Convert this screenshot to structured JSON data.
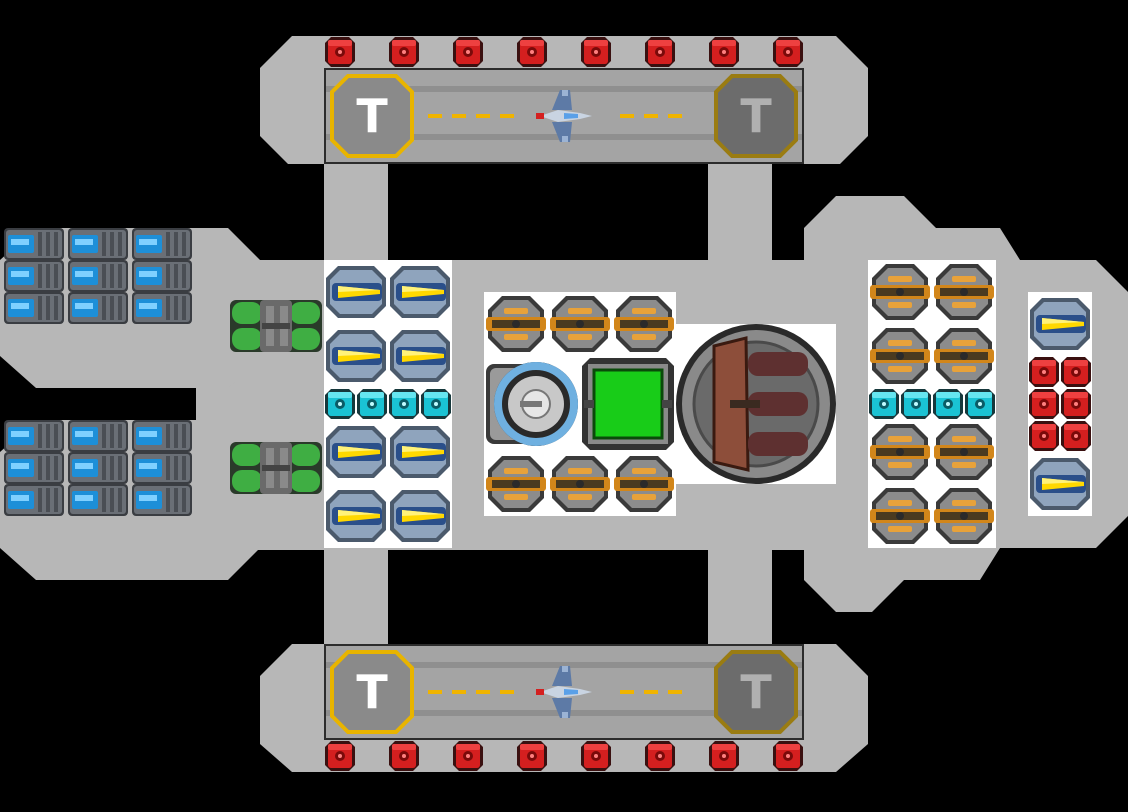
{
  "colors": {
    "background": "#000000",
    "hull": "#b7b7b7",
    "hull_light": "#c4c4c4",
    "deck": "#a4a4a4",
    "deck_stripe": "#8f8f8f",
    "bay_ring_active": "#e8b400",
    "bay_ring_idle": "#9a7c12",
    "bay_fill_active": "#8a8a8a",
    "bay_fill_idle": "#6c6c6c",
    "runway_dash": "#f0b400",
    "crate_red": "#d41f1f",
    "crate_cyan": "#1ac3d4",
    "battery_blue": "#1d8fd8",
    "tank_green": "#3fae43",
    "engine_yellow": "#ffd800",
    "gun_orange": "#d2861a",
    "screen_green": "#18cc18",
    "cannon_brown": "#8d4e3a",
    "panel_white": "#ffffff"
  },
  "icons": {
    "hangar_pad": "T-pad-icon",
    "fighter": "fighter-ship-icon",
    "red_module": "red-crate-icon",
    "cyan_module": "cyan-crate-icon",
    "battery": "battery-cell-icon",
    "fuel_tank": "fuel-tank-icon",
    "thruster": "yellow-thruster-icon",
    "autocannon": "autocannon-icon",
    "shield": "shield-generator-icon",
    "screen": "control-screen-icon",
    "main_cannon": "main-cannon-icon"
  },
  "ship": {
    "hangar_top": {
      "pad_glyph": "T",
      "fighters_docked": 1,
      "red_modules": 8
    },
    "hangar_bottom": {
      "pad_glyph": "T",
      "fighters_docked": 1,
      "red_modules": 8
    },
    "left_battery_banks": 2,
    "batteries_per_bank": 9,
    "fuel_tanks": 2,
    "left_thrusters": 8,
    "left_cyan_modules": 4,
    "core_autocannons": 6,
    "right_autocannons": 8,
    "right_cyan_modules": 4,
    "far_right_thrusters": 2,
    "far_right_red_modules": 6
  }
}
